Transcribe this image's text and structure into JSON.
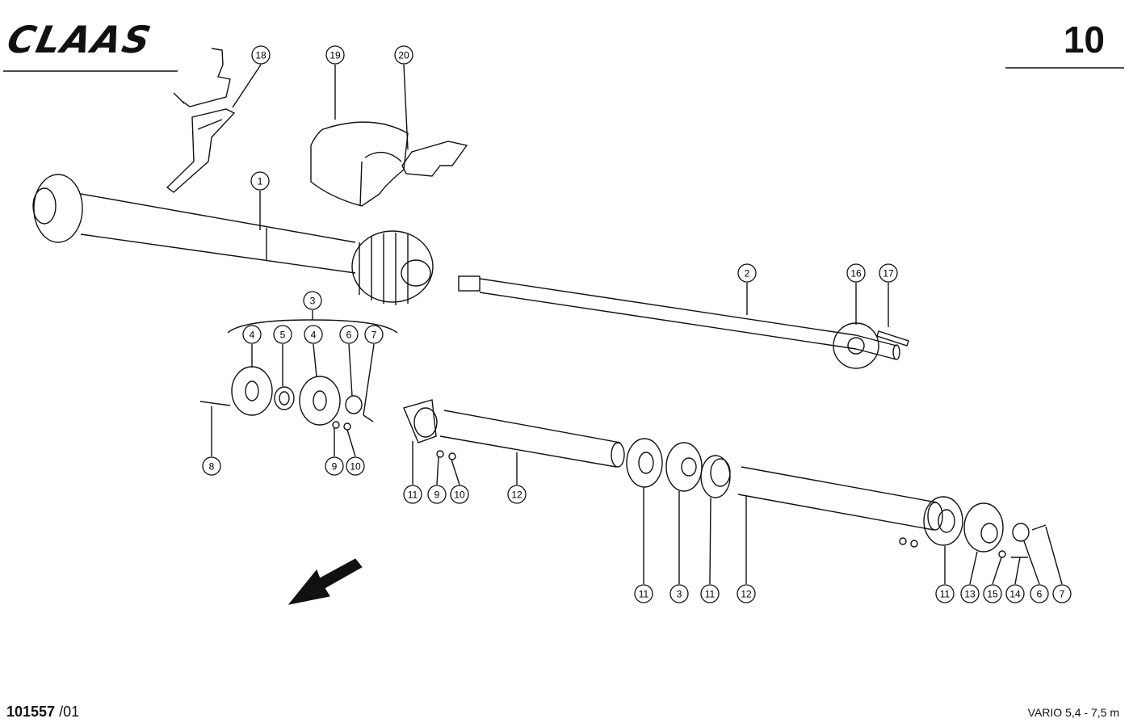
{
  "header": {
    "brand": "CLAAS",
    "sheet_number": "10"
  },
  "footer": {
    "document_number": "101557",
    "revision": "/01",
    "model": "VARIO 5,4 - 7,5 m"
  },
  "callouts": [
    "18",
    "19",
    "20",
    "1",
    "2",
    "16",
    "17",
    "3",
    "4",
    "5",
    "4",
    "6",
    "7",
    "8",
    "9",
    "10",
    "11",
    "9",
    "10",
    "12",
    "11",
    "3",
    "11",
    "12",
    "11",
    "13",
    "15",
    "14",
    "6",
    "7"
  ],
  "colors": {
    "line": "#111111",
    "fill": "#ffffff"
  },
  "icons": {
    "direction": "arrow-down-left-icon"
  }
}
